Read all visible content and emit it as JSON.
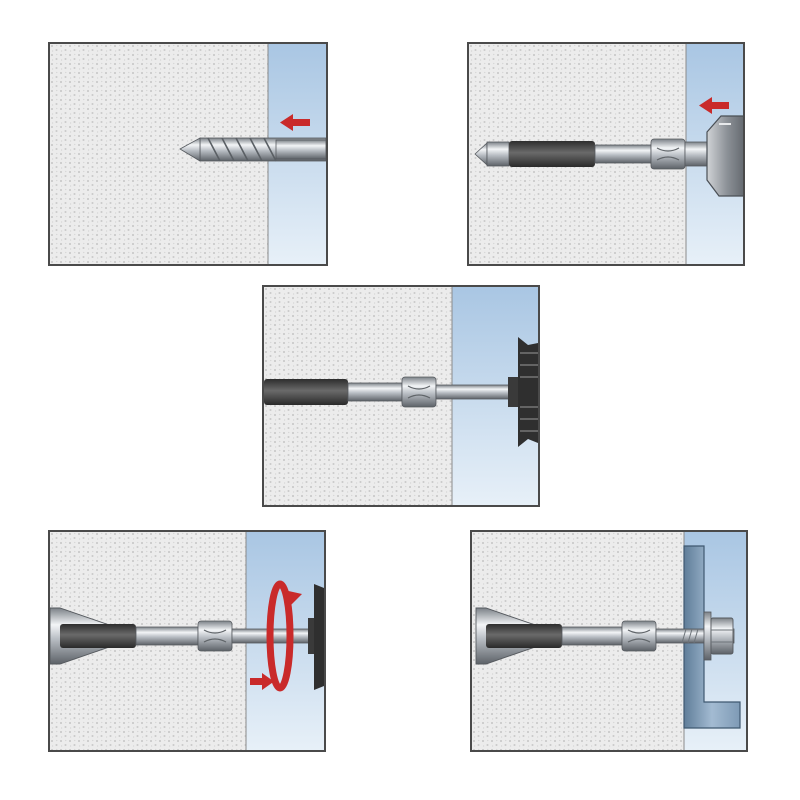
{
  "colors": {
    "concrete": "#ececec",
    "concrete_dots": "#c4c4c4",
    "gap": "#c9dcee",
    "frame": "#4a4a4a",
    "steel_light": "#e4e7ea",
    "steel_mid": "#a7adb4",
    "steel_dark": "#555a60",
    "sleeve_dark": "#3c3c3c",
    "arrow_red": "#cc2a2a",
    "fixture_blue": "#8ea8c2"
  },
  "steps": [
    {
      "name": "drill-hole",
      "arrow": "left"
    },
    {
      "name": "drive-anchor",
      "arrow": "left"
    },
    {
      "name": "set-anchor"
    },
    {
      "name": "tighten",
      "arrow": "rotate"
    },
    {
      "name": "installed"
    }
  ],
  "icons": [
    "drill-bit-icon",
    "hammer-icon",
    "anchor-bolt-icon",
    "setting-tool-icon",
    "rotate-arrow-icon",
    "push-arrow-icon",
    "nut-icon",
    "washer-icon",
    "angle-bracket-icon"
  ]
}
